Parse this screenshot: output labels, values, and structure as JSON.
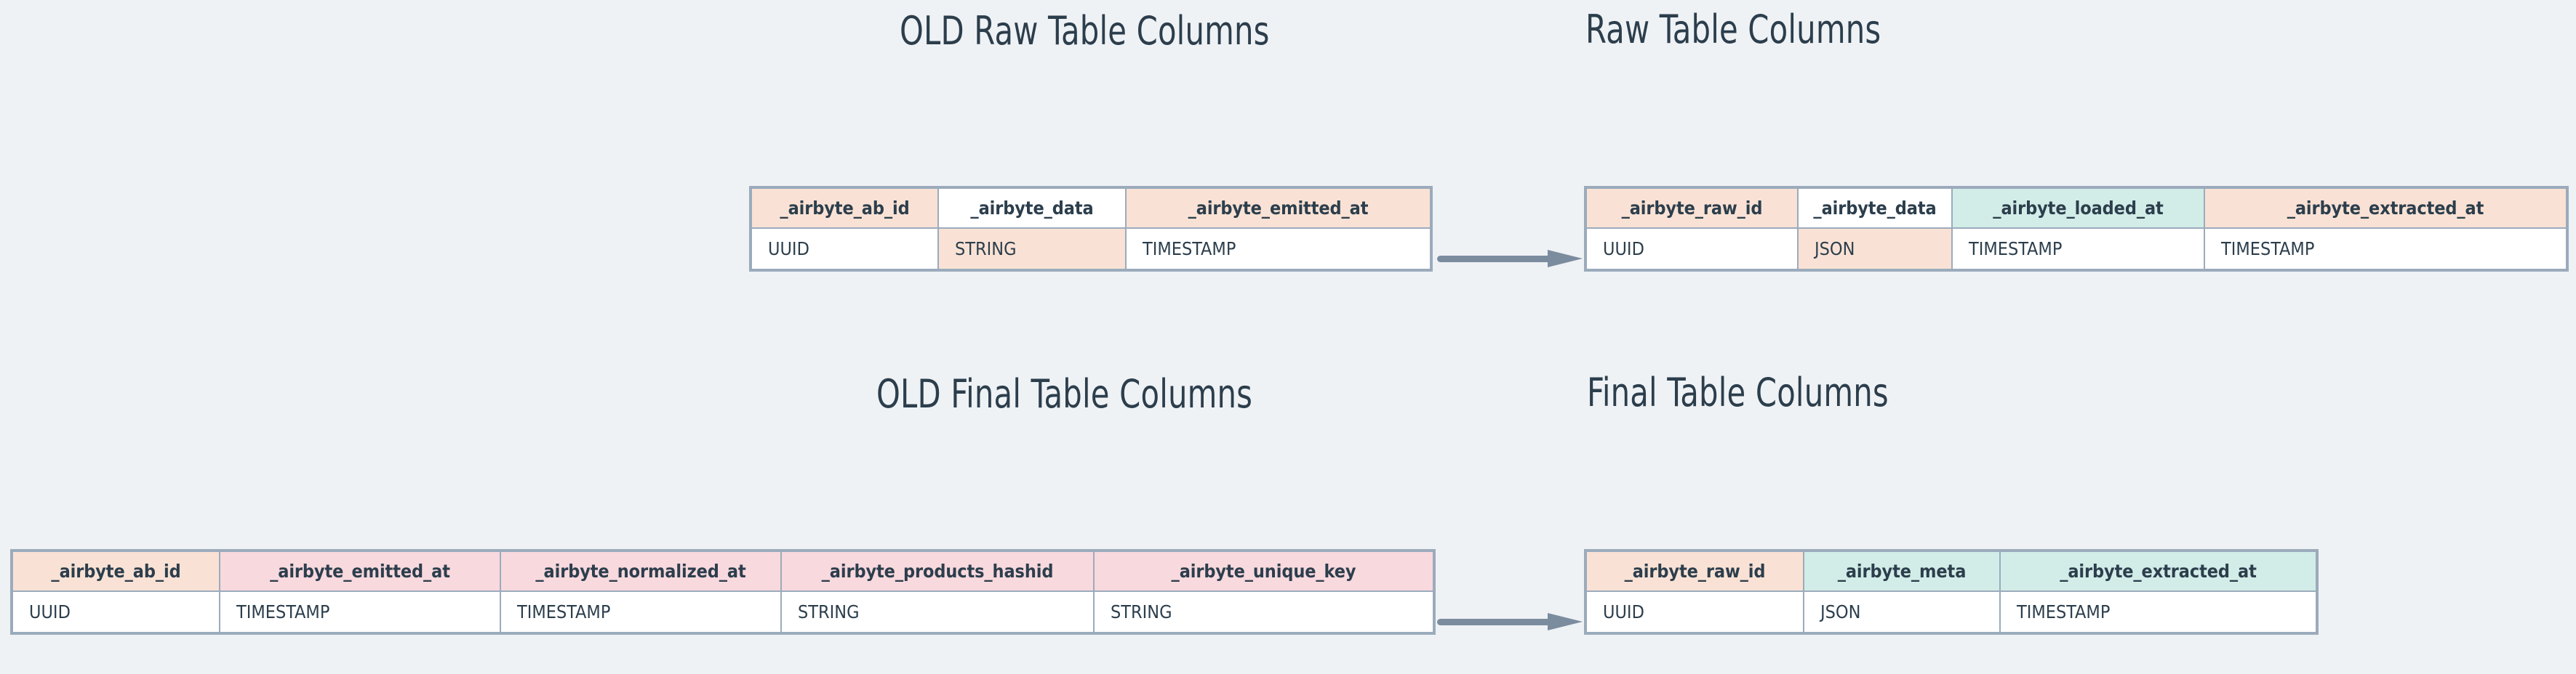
{
  "page": {
    "background_color": "#eff2f5",
    "text_color": "#2c3e4c",
    "border_color": "#9babbc",
    "arrow_color": "#7b8c9e"
  },
  "palette": {
    "peach": "#f9e2d5",
    "pink": "#f8d9de",
    "mint": "#d2ede8",
    "white": "#ffffff"
  },
  "titles": {
    "old_raw": "OLD Raw Table Columns",
    "new_raw": "Raw Table Columns",
    "old_final": "OLD Final Table Columns",
    "new_final": "Final Table Columns"
  },
  "tables": {
    "old_raw": {
      "name": "OLD Raw Table Columns",
      "columns": [
        {
          "header": "_airbyte_ab_id",
          "header_fill": "peach",
          "type": "UUID",
          "type_fill": "white"
        },
        {
          "header": "_airbyte_data",
          "header_fill": "white",
          "type": "STRING",
          "type_fill": "peach"
        },
        {
          "header": "_airbyte_emitted_at",
          "header_fill": "peach",
          "type": "TIMESTAMP",
          "type_fill": "white"
        }
      ]
    },
    "new_raw": {
      "name": "Raw Table Columns",
      "columns": [
        {
          "header": "_airbyte_raw_id",
          "header_fill": "peach",
          "type": "UUID",
          "type_fill": "white"
        },
        {
          "header": "_airbyte_data",
          "header_fill": "white",
          "type": "JSON",
          "type_fill": "peach"
        },
        {
          "header": "_airbyte_loaded_at",
          "header_fill": "mint",
          "type": "TIMESTAMP",
          "type_fill": "white"
        },
        {
          "header": "_airbyte_extracted_at",
          "header_fill": "peach",
          "type": "TIMESTAMP",
          "type_fill": "white"
        }
      ]
    },
    "old_final": {
      "name": "OLD Final Table Columns",
      "columns": [
        {
          "header": "_airbyte_ab_id",
          "header_fill": "peach",
          "type": "UUID",
          "type_fill": "white"
        },
        {
          "header": "_airbyte_emitted_at",
          "header_fill": "pink",
          "type": "TIMESTAMP",
          "type_fill": "white"
        },
        {
          "header": "_airbyte_normalized_at",
          "header_fill": "pink",
          "type": "TIMESTAMP",
          "type_fill": "white"
        },
        {
          "header": "_airbyte_products_hashid",
          "header_fill": "pink",
          "type": "STRING",
          "type_fill": "white"
        },
        {
          "header": "_airbyte_unique_key",
          "header_fill": "pink",
          "type": "STRING",
          "type_fill": "white"
        }
      ]
    },
    "new_final": {
      "name": "Final Table Columns",
      "columns": [
        {
          "header": "_airbyte_raw_id",
          "header_fill": "peach",
          "type": "UUID",
          "type_fill": "white"
        },
        {
          "header": "_airbyte_meta",
          "header_fill": "mint",
          "type": "JSON",
          "type_fill": "white"
        },
        {
          "header": "_airbyte_extracted_at",
          "header_fill": "mint",
          "type": "TIMESTAMP",
          "type_fill": "white"
        }
      ]
    }
  },
  "arrows": [
    {
      "name": "raw-migration-arrow",
      "from": "old_raw",
      "to": "new_raw",
      "direction": "right"
    },
    {
      "name": "final-migration-arrow",
      "from": "old_final",
      "to": "new_final",
      "direction": "right"
    }
  ]
}
